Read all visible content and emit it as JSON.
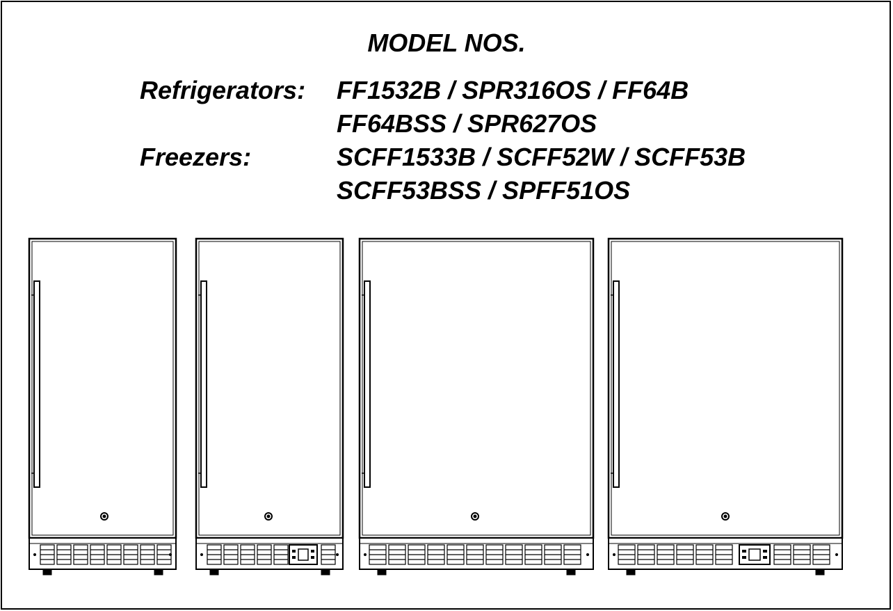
{
  "heading": "MODEL NOS.",
  "refrigerators": {
    "label": "Refrigerators:",
    "line1": "FF1532B / SPR316OS / FF64B",
    "line2": "FF64BSS / SPR627OS"
  },
  "freezers": {
    "label": "Freezers:",
    "line1": "SCFF1533B / SCFF52W / SCFF53B",
    "line2": "SCFF53BSS / SPFF51OS"
  },
  "illustrations": [
    {
      "name": "narrow-unit-without-control-panel",
      "has_control_panel": false
    },
    {
      "name": "narrow-unit-with-control-panel",
      "has_control_panel": true
    },
    {
      "name": "wide-unit-without-control-panel",
      "has_control_panel": false
    },
    {
      "name": "wide-unit-with-control-panel",
      "has_control_panel": true
    }
  ]
}
